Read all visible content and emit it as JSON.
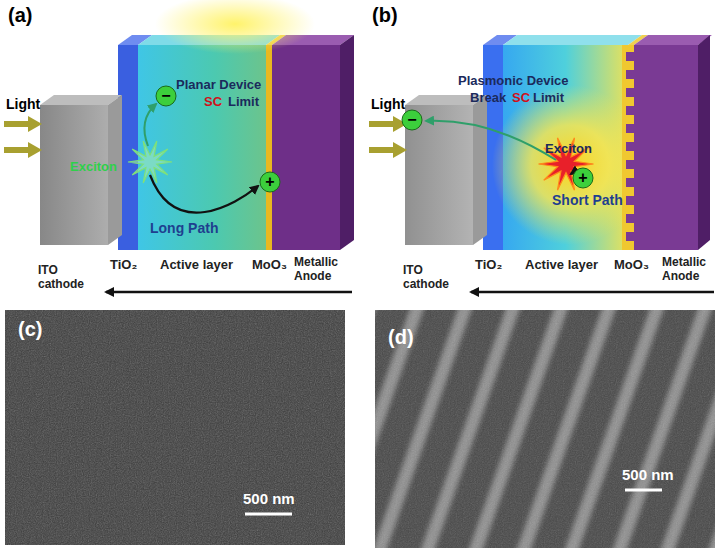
{
  "diagram": {
    "labels": [
      "(a)",
      "(b)",
      "Light",
      "Planar Device",
      "SC",
      "Limit",
      "−",
      "Exciton",
      "+",
      "Long Path",
      "ITO cathode",
      "TiO₂",
      "Active layer",
      "MoO₃",
      "Metallic Anode",
      "Light",
      "Plasmonic Device",
      "Break",
      "SC",
      "Limit",
      "−",
      "Exciton",
      "+",
      "Short Path",
      "ITO cathode",
      "TiO₂",
      "Active layer",
      "MoO₃",
      "Metallic Anode",
      "(c)",
      "500 nm",
      "(d)",
      "500 nm"
    ]
  }
}
